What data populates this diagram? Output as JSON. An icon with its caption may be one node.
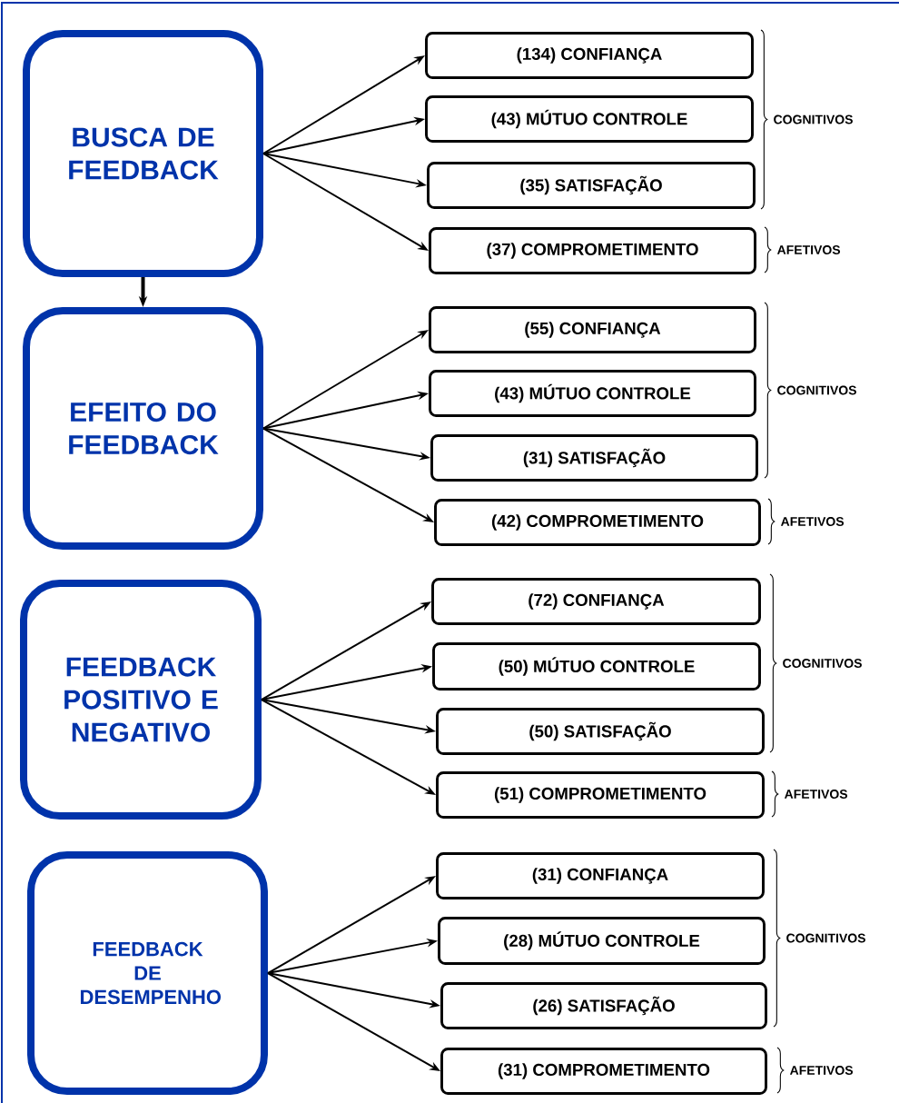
{
  "diagram": {
    "nodes": [
      {
        "text": [
          "BUSCA DE FEEDBACK"
        ]
      },
      {
        "text": [
          "(134) CONFIANÇA"
        ]
      },
      {
        "text": [
          "(43) MÚTUO CONTROLE"
        ]
      },
      {
        "text": [
          "(35) SATISFAÇÃO"
        ]
      },
      {
        "text": [
          "(37) COMPROMETIMENTO"
        ]
      },
      {
        "text": [
          "EFEITO DO FEEDBACK"
        ]
      },
      {
        "text": [
          "(55) CONFIANÇA"
        ]
      },
      {
        "text": [
          "(43) MÚTUO CONTROLE"
        ]
      },
      {
        "text": [
          "(31) SATISFAÇÃO"
        ]
      },
      {
        "text": [
          "(42) COMPROMETIMENTO"
        ]
      },
      {
        "text": [
          "FEEDBACK POSITIVO E NEGATIVO"
        ]
      },
      {
        "text": [
          "(72) CONFIANÇA"
        ]
      },
      {
        "text": [
          "(50) MÚTUO CONTROLE"
        ]
      },
      {
        "text": [
          "(50) SATISFAÇÃO"
        ]
      },
      {
        "text": [
          "(51) COMPROMETIMENTO"
        ]
      },
      {
        "text": [
          "FEEDBACK DE DESEMPENHO"
        ]
      },
      {
        "text": [
          "(31) CONFIANÇA"
        ]
      },
      {
        "text": [
          "(28) MÚTUO CONTROLE"
        ]
      },
      {
        "text": [
          "(26) SATISFAÇÃO"
        ]
      },
      {
        "text": [
          "(31) COMPROMETIMENTO"
        ]
      }
    ],
    "edges": [
      {
        "from": 0,
        "to": 1,
        "arrow": "to"
      },
      {
        "from": 0,
        "to": 2,
        "arrow": "to"
      },
      {
        "from": 0,
        "to": 3,
        "arrow": "to"
      },
      {
        "from": 0,
        "to": 4,
        "arrow": "to"
      },
      {
        "from": 0,
        "to": 5,
        "arrow": "to",
        "style": "thick"
      },
      {
        "from": 5,
        "to": 6,
        "arrow": "to"
      },
      {
        "from": 5,
        "to": 7,
        "arrow": "to"
      },
      {
        "from": 5,
        "to": 8,
        "arrow": "to"
      },
      {
        "from": 5,
        "to": 9,
        "arrow": "to"
      },
      {
        "from": 10,
        "to": 11,
        "arrow": "to"
      },
      {
        "from": 10,
        "to": 12,
        "arrow": "to"
      },
      {
        "from": 10,
        "to": 13,
        "arrow": "to"
      },
      {
        "from": 10,
        "to": 14,
        "arrow": "to"
      },
      {
        "from": 15,
        "to": 16,
        "arrow": "to"
      },
      {
        "from": 15,
        "to": 17,
        "arrow": "to"
      },
      {
        "from": 15,
        "to": 18,
        "arrow": "to"
      },
      {
        "from": 15,
        "to": 19,
        "arrow": "to"
      }
    ],
    "labels": [
      "COGNITIVOS",
      "AFETIVOS",
      "COGNITIVOS",
      "AFETIVOS",
      "COGNITIVOS",
      "AFETIVOS",
      "COGNITIVOS",
      "AFETIVOS"
    ]
  }
}
